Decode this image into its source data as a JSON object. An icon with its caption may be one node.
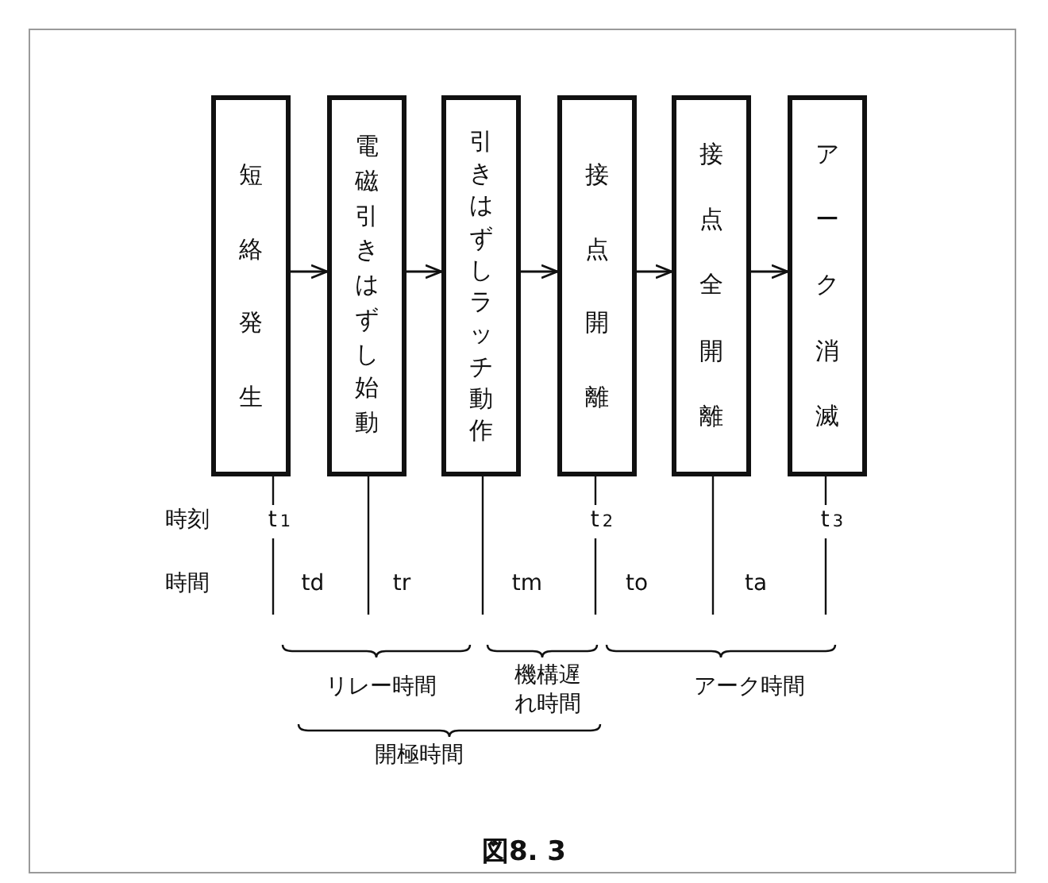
{
  "diagram": {
    "caption": "図8. 3",
    "nodes": [
      {
        "text": [
          "短絡発生"
        ],
        "beside": [
          "t$_{1}$"
        ]
      },
      {
        "text": [
          "電磁引きはずし始動"
        ]
      },
      {
        "text": [
          "引きはずしラッチ動作"
        ]
      },
      {
        "text": [
          "接点開離"
        ],
        "beside": [
          "t$_{2}$"
        ]
      },
      {
        "text": [
          "接点全開離"
        ]
      },
      {
        "text": [
          "アーク消滅"
        ],
        "beside": [
          "t$_{3}$"
        ]
      }
    ],
    "edges": [
      {
        "from": 0,
        "to": 1,
        "arrow": "to"
      },
      {
        "from": 1,
        "to": 2,
        "arrow": "to"
      },
      {
        "from": 2,
        "to": 3,
        "arrow": "to"
      },
      {
        "from": 3,
        "to": 4,
        "arrow": "to"
      },
      {
        "from": 4,
        "to": 5,
        "arrow": "to"
      }
    ],
    "labels": [
      "時刻",
      "時間",
      "td",
      "tr",
      "tm",
      "to",
      "ta",
      "リレー時間",
      "機構遅れ時間",
      "アーク時間",
      "開極時間"
    ]
  }
}
